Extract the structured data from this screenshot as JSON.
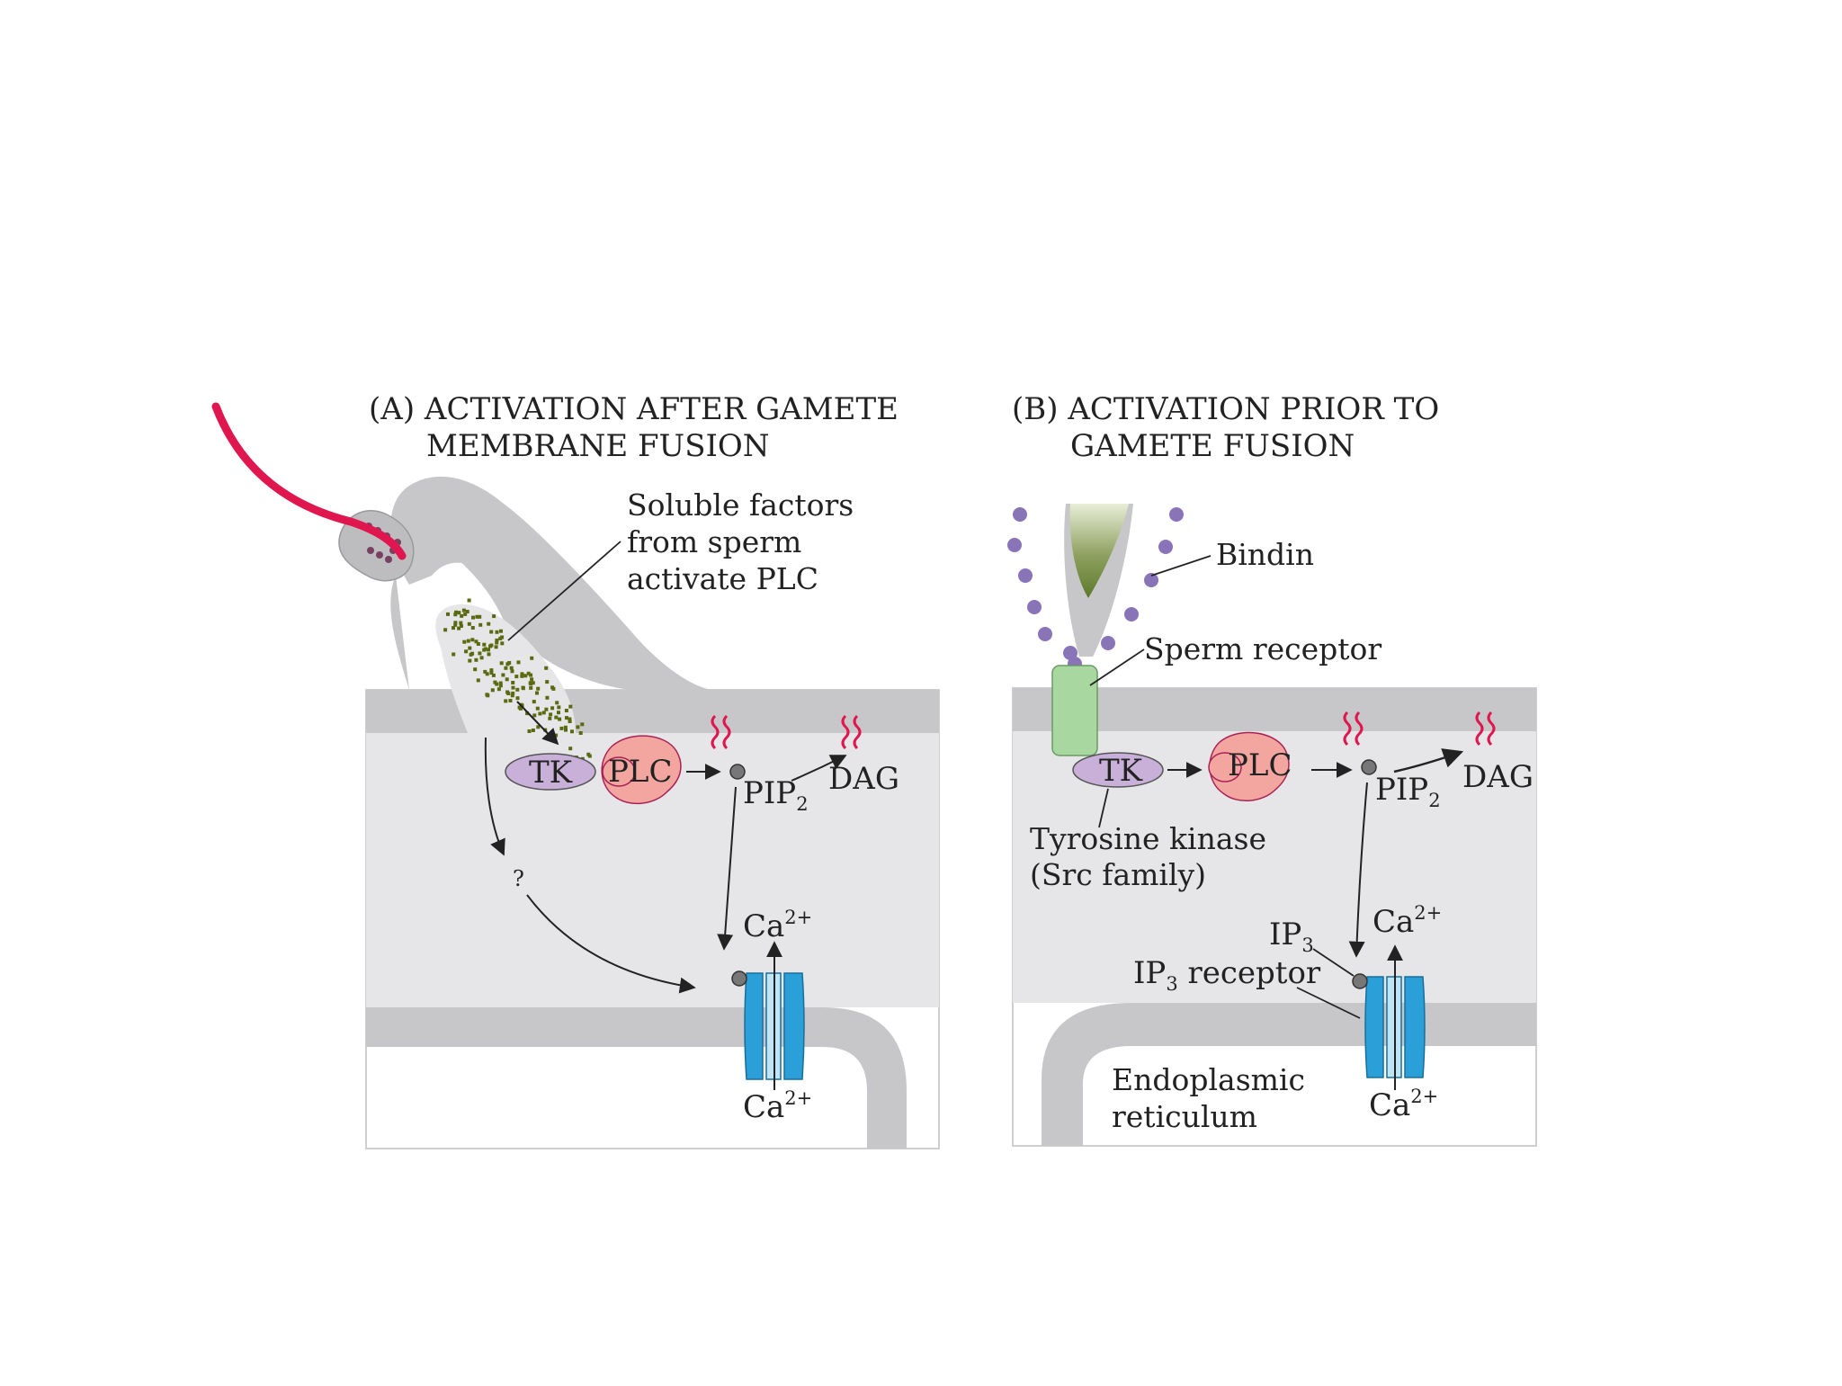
{
  "panel_a": {
    "title_line1": "(A)  ACTIVATION AFTER GAMETE",
    "title_line2": "MEMBRANE FUSION",
    "soluble_line1": "Soluble factors",
    "soluble_line2": "from sperm",
    "soluble_line3": "activate PLC",
    "tk": "TK",
    "plc": "PLC",
    "pip_main": "PIP",
    "pip_sub": "2",
    "dag": "DAG",
    "question": "?",
    "ca_top_main": "Ca",
    "ca_top_sup": "2+",
    "ca_bottom_main": "Ca",
    "ca_bottom_sup": "2+"
  },
  "panel_b": {
    "title_line1": "(B)  ACTIVATION PRIOR TO",
    "title_line2": "GAMETE FUSION",
    "bindin": "Bindin",
    "sperm_receptor": "Sperm receptor",
    "tk": "TK",
    "plc": "PLC",
    "pip_main": "PIP",
    "pip_sub": "2",
    "dag": "DAG",
    "tyrosine_line1": "Tyrosine kinase",
    "tyrosine_line2": "(Src family)",
    "ip3_main": "IP",
    "ip3_sub": "3",
    "ip3_receptor_main": "IP",
    "ip3_receptor_sub": "3",
    "ip3_receptor_rest": " receptor",
    "ca_top_main": "Ca",
    "ca_top_sup": "2+",
    "ca_bottom_main": "Ca",
    "ca_bottom_sup": "2+",
    "er_line1": "Endoplasmic",
    "er_line2": "reticulum"
  },
  "colors": {
    "membrane": "#c7c7c9",
    "cytoplasm": "#e6e6e8",
    "sperm_tail": "#e0174f",
    "tk": "#c8b0d8",
    "plc": "#f3a6a0",
    "channel": "#2a9fd8",
    "receptor": "#a8d8a0",
    "bindin": "#8a74b8",
    "soluble_dots": "#5a6a10"
  }
}
